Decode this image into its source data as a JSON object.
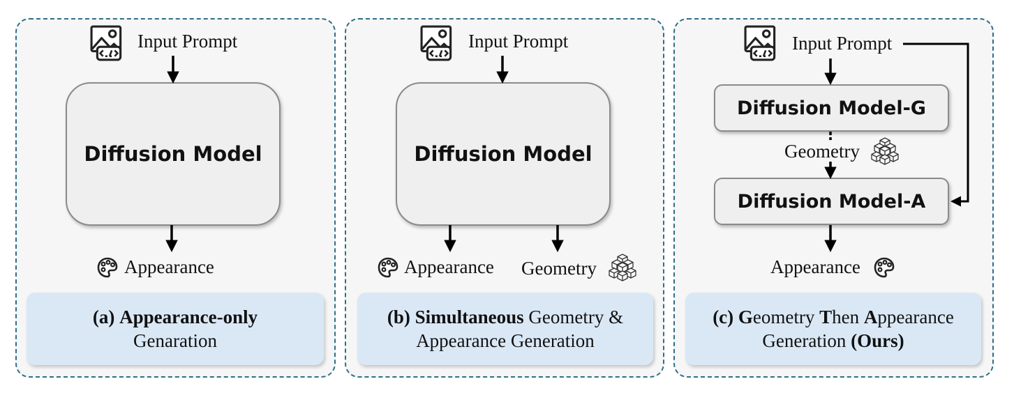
{
  "panels": {
    "a": {
      "prompt_label": "Input Prompt",
      "model_label": "Diffusion Model",
      "appearance_label": "Appearance",
      "caption": {
        "line1_prefix": "(a)",
        "line1_bold": "Appearance-only",
        "line2": "Genaration"
      }
    },
    "b": {
      "prompt_label": "Input Prompt",
      "model_label": "Diffusion Model",
      "appearance_label": "Appearance",
      "geometry_label": "Geometry",
      "caption": {
        "line1_prefix": "(b)",
        "line1_bold": "Simultaneous",
        "line1_rest": "Geometry &",
        "line2": "Appearance Generation"
      }
    },
    "c": {
      "prompt_label": "Input Prompt",
      "model_g_label": "Diffusion Model-G",
      "geometry_label": "Geometry",
      "model_a_label": "Diffusion Model-A",
      "appearance_label": "Appearance",
      "caption": {
        "line1_prefix": "(c)",
        "line1_g": "G",
        "line1_eometry": "eometry",
        "line1_t": "T",
        "line1_hen": "hen",
        "line1_a": "A",
        "line1_ppearance": "ppearance",
        "line2_prefix": "Generation",
        "line2_bold": "(Ours)"
      }
    }
  },
  "icons": {
    "prompt": "image-code-icon",
    "appearance": "palette-icon",
    "geometry": "cubes-icon"
  },
  "colors": {
    "panel_border": "#2e6f88",
    "panel_bg": "#f6f6f6",
    "model_bg": "#efefef",
    "caption_bg": "#dae8f6"
  }
}
